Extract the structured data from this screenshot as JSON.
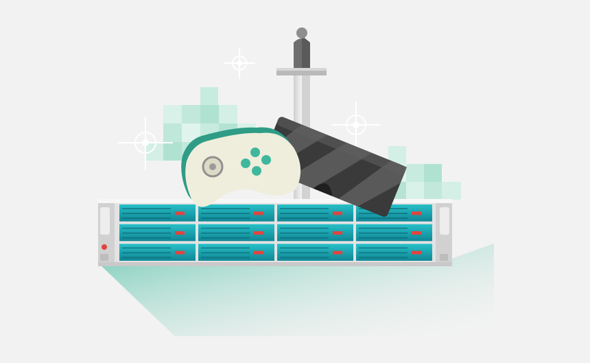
{
  "illustration": {
    "subject": "server-rack-with-game-controller-vr-headset-sword",
    "colors": {
      "background": "#f2f2f2",
      "shadow_teal": "#5fc4ad",
      "pixel_light": "#d6efe7",
      "pixel_mid": "#b6e3d5",
      "server_frame": "#dcdcdc",
      "drive_teal": "#1aa9b5",
      "drive_dark": "#0d5f6e",
      "drive_led_red": "#e0443e",
      "controller_body": "#efeede",
      "controller_buttons": "#3fb79d",
      "headset_dark": "#3d3d3d",
      "sword_gray": "#9a9a9a",
      "crosshair_white": "#ffffff"
    },
    "icons": [
      "crosshair-icon",
      "game-controller-icon",
      "vr-headset-icon",
      "sword-icon",
      "server-rack-icon"
    ],
    "drive_bays": {
      "columns": 4,
      "rows": 3
    }
  }
}
